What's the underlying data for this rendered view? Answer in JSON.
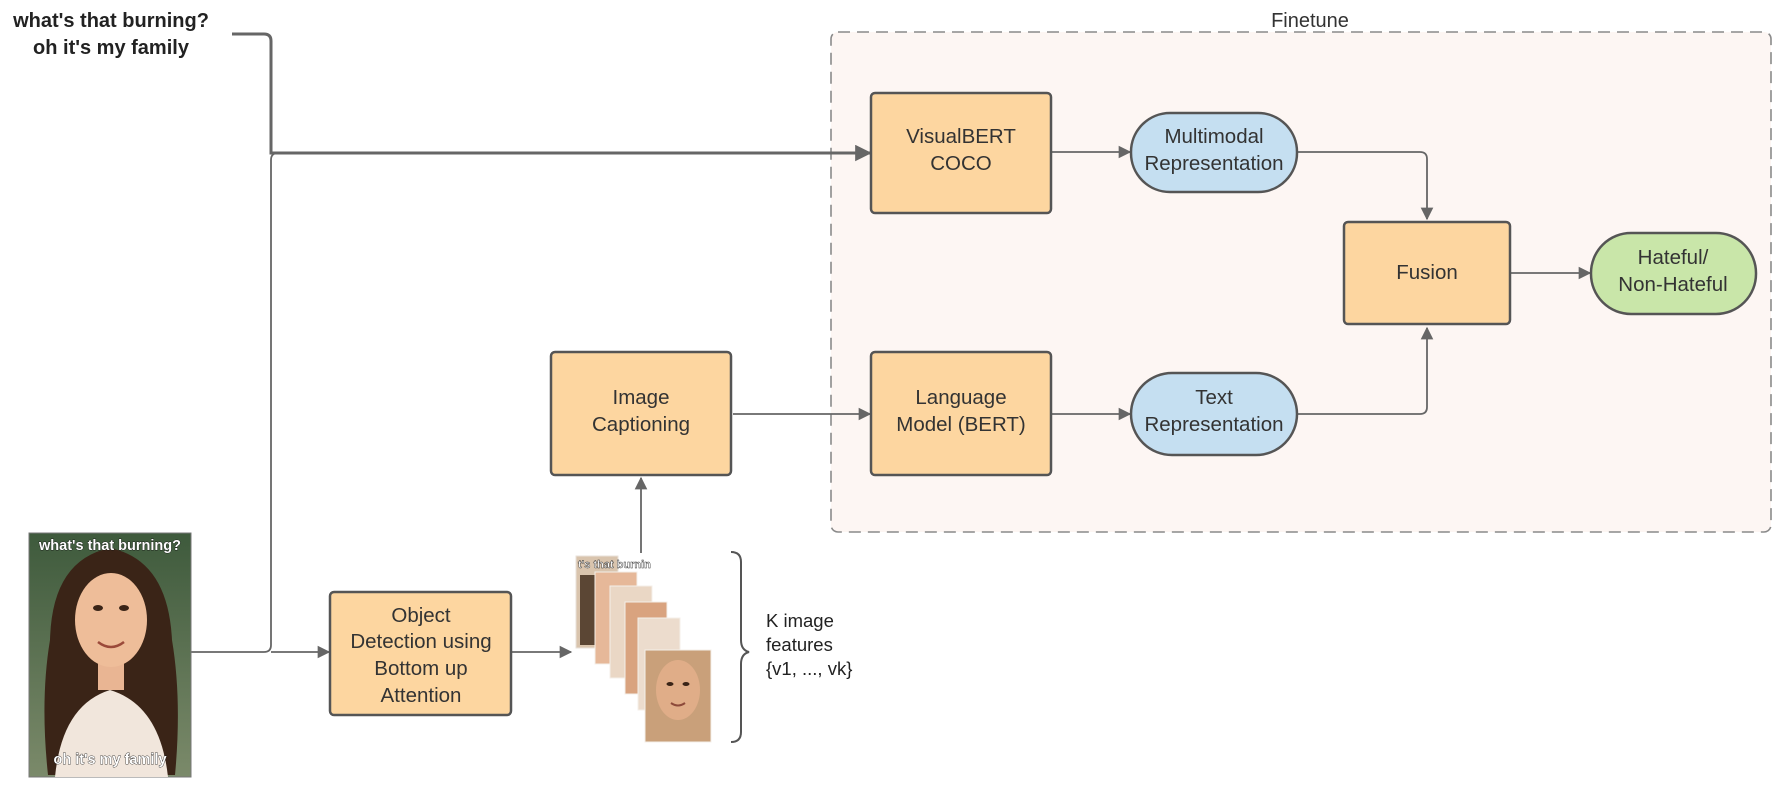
{
  "input_text": {
    "line1": "what's that burning?",
    "line2": "oh it's my family"
  },
  "meme_image": {
    "top_caption": "what's that burning?",
    "bottom_caption": "oh it's my family"
  },
  "region": {
    "label": "Finetune"
  },
  "nodes": {
    "visualbert": {
      "line1": "VisualBERT",
      "line2": "COCO"
    },
    "multimodal": {
      "line1": "Multimodal",
      "line2": "Representation"
    },
    "fusion": {
      "line1": "Fusion"
    },
    "output": {
      "line1": "Hateful/",
      "line2": "Non-Hateful"
    },
    "captioning": {
      "line1": "Image",
      "line2": "Captioning"
    },
    "language_model": {
      "line1": "Language",
      "line2": "Model (BERT)"
    },
    "text_rep": {
      "line1": "Text",
      "line2": "Representation"
    },
    "object_detection": {
      "line1": "Object",
      "line2": "Detection using",
      "line3": "Bottom up",
      "line4": "Attention"
    }
  },
  "features": {
    "line1": "K image",
    "line2": "features",
    "line3": "{v1, ..., vk}",
    "crop_text": "t's that burnin"
  },
  "colors": {
    "process_node": "#fdd6a0",
    "representation_node": "#c5dff1",
    "output_node": "#c9e6a9",
    "finetune_region": "#fdf6f3",
    "edge": "#666666"
  }
}
